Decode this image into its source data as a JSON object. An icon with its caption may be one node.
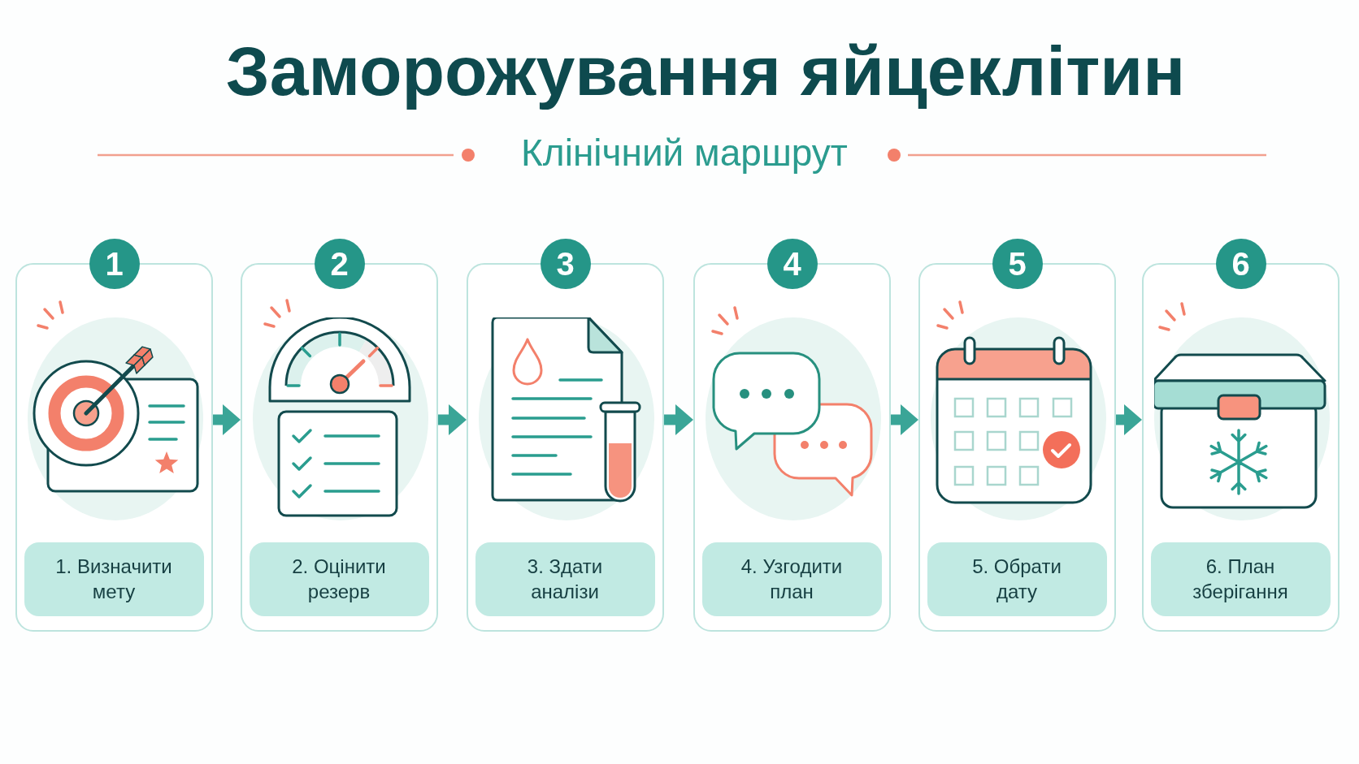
{
  "diagram": {
    "title": "Заморожування яйцеклітин",
    "nodes": [
      {
        "text": [],
        "shape": "box"
      },
      {
        "text": [
          "1"
        ]
      },
      {
        "text": [
          "1. Визначити мету"
        ],
        "in": 0
      },
      {
        "text": [],
        "shape": "box"
      },
      {
        "text": [
          "2"
        ]
      },
      {
        "text": [
          "2. Оцінити резерв"
        ],
        "in": 3
      },
      {
        "text": [],
        "shape": "box"
      },
      {
        "text": [
          "3"
        ]
      },
      {
        "text": [
          "3. Здати аналізи"
        ],
        "in": 6
      },
      {
        "text": [],
        "shape": "box"
      },
      {
        "text": [
          "4"
        ]
      },
      {
        "text": [
          "4. Узгодити план"
        ],
        "in": 9
      },
      {
        "text": [],
        "shape": "box"
      },
      {
        "text": [
          "5"
        ]
      },
      {
        "text": [
          "5. Обрати дату"
        ],
        "in": 12
      },
      {
        "text": [],
        "shape": "box"
      },
      {
        "text": [
          "6"
        ]
      },
      {
        "text": [
          "6. План зберігання"
        ],
        "in": 15
      }
    ],
    "edges": [
      {
        "from": 0,
        "to": 3,
        "arrow": "to"
      },
      {
        "from": 3,
        "to": 6,
        "arrow": "to"
      },
      {
        "from": 6,
        "to": 9,
        "arrow": "to"
      },
      {
        "from": 9,
        "to": 12,
        "arrow": "to"
      },
      {
        "from": 12,
        "to": 15,
        "arrow": "to"
      }
    ],
    "labels": [
      "Клінічний маршрут"
    ]
  }
}
